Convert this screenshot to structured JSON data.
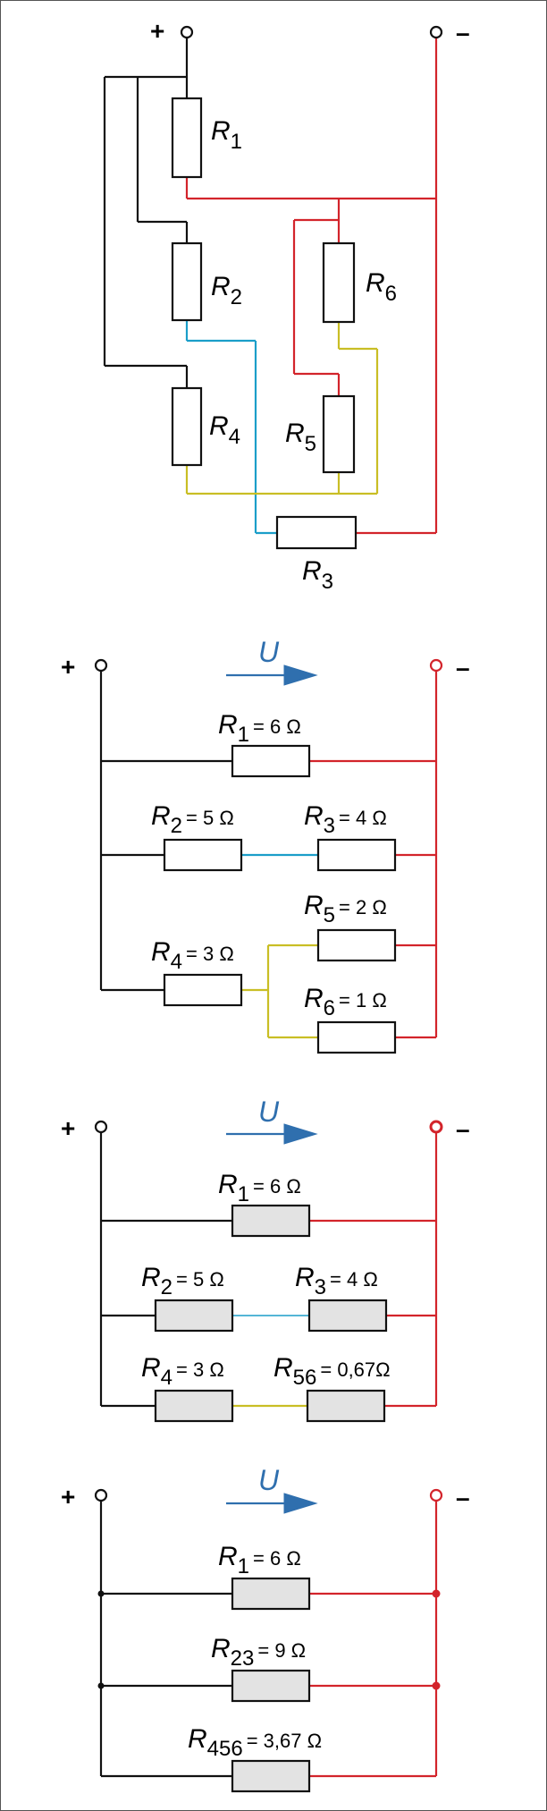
{
  "colors": {
    "black": "#111111",
    "red": "#d3242b",
    "blue": "#1b9ec9",
    "yellow": "#c9be25",
    "arrow": "#2f6fae",
    "resistor_fill_grey": "#e3e3e3",
    "node_red": "#d3242b"
  },
  "terminals": {
    "plus": "+",
    "minus": "–"
  },
  "voltage_label": "U",
  "diagram1": {
    "R1": {
      "letter": "R",
      "sub": "1"
    },
    "R2": {
      "letter": "R",
      "sub": "2"
    },
    "R3": {
      "letter": "R",
      "sub": "3"
    },
    "R4": {
      "letter": "R",
      "sub": "4"
    },
    "R5": {
      "letter": "R",
      "sub": "5"
    },
    "R6": {
      "letter": "R",
      "sub": "6"
    }
  },
  "diagram2": {
    "R1": {
      "letter": "R",
      "sub": "1",
      "value": "= 6 Ω"
    },
    "R2": {
      "letter": "R",
      "sub": "2",
      "value": "= 5 Ω"
    },
    "R3": {
      "letter": "R",
      "sub": "3",
      "value": "= 4 Ω"
    },
    "R4": {
      "letter": "R",
      "sub": "4",
      "value": "= 3 Ω"
    },
    "R5": {
      "letter": "R",
      "sub": "5",
      "value": "= 2 Ω"
    },
    "R6": {
      "letter": "R",
      "sub": "6",
      "value": "= 1 Ω"
    }
  },
  "diagram3": {
    "R1": {
      "letter": "R",
      "sub": "1",
      "value": "= 6 Ω"
    },
    "R2": {
      "letter": "R",
      "sub": "2",
      "value": "= 5 Ω"
    },
    "R3": {
      "letter": "R",
      "sub": "3",
      "value": "= 4 Ω"
    },
    "R4": {
      "letter": "R",
      "sub": "4",
      "value": "= 3 Ω"
    },
    "R56": {
      "letter": "R",
      "sub": "56",
      "value": "= 0,67Ω"
    }
  },
  "diagram4": {
    "R1": {
      "letter": "R",
      "sub": "1",
      "value": "= 6 Ω"
    },
    "R23": {
      "letter": "R",
      "sub": "23",
      "value": "= 9 Ω"
    },
    "R456": {
      "letter": "R",
      "sub": "456",
      "value": "= 3,67 Ω"
    }
  }
}
